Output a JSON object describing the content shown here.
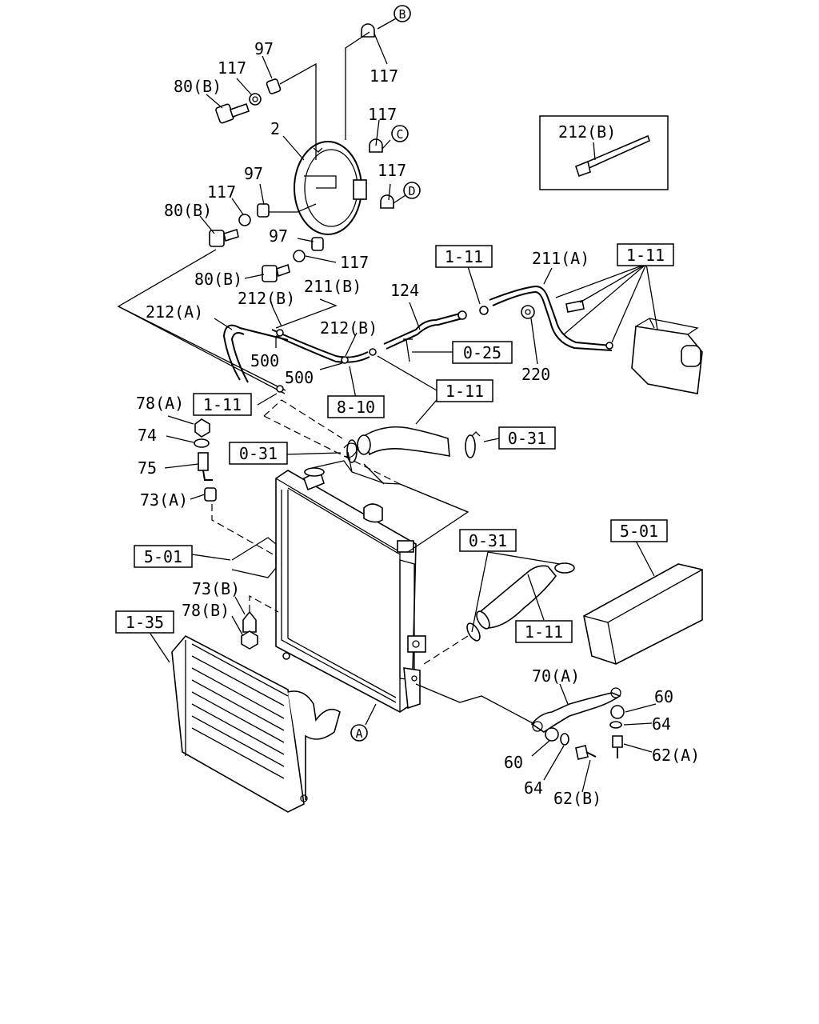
{
  "labels": {
    "l97a": "97",
    "l117a": "117",
    "l80Ba": "80(B)",
    "l117b": "117",
    "l2": "2",
    "l117c": "117",
    "l97b": "97",
    "l117d": "117",
    "l80Bb": "80(B)",
    "l117e": "117",
    "l97c": "97",
    "l117f": "117",
    "l80Bc": "80(B)",
    "l212Ba": "212(B)",
    "l211B": "211(B)",
    "l212A": "212(A)",
    "l212Bb": "212(B)",
    "l124": "124",
    "l211A": "211(A)",
    "l500a": "500",
    "l500b": "500",
    "l220": "220",
    "l78A": "78(A)",
    "l74": "74",
    "l75": "75",
    "l73A": "73(A)",
    "l73B": "73(B)",
    "l78B": "78(B)",
    "l70A": "70(A)",
    "l60a": "60",
    "l64a": "64",
    "l62A": "62(A)",
    "l60b": "60",
    "l64b": "64",
    "l62B": "62(B)",
    "l212Bc": "212(B)"
  },
  "refs": {
    "r111a": "1-11",
    "r111b": "1-11",
    "r025": "0-25",
    "r111c": "1-11",
    "r111d": "1-11",
    "r810": "8-10",
    "r031a": "0-31",
    "r031b": "0-31",
    "r031c": "0-31",
    "r501a": "5-01",
    "r501b": "5-01",
    "r135": "1-35",
    "r111e": "1-11"
  },
  "circles": {
    "B": "B",
    "C": "C",
    "D": "D",
    "A": "A"
  }
}
